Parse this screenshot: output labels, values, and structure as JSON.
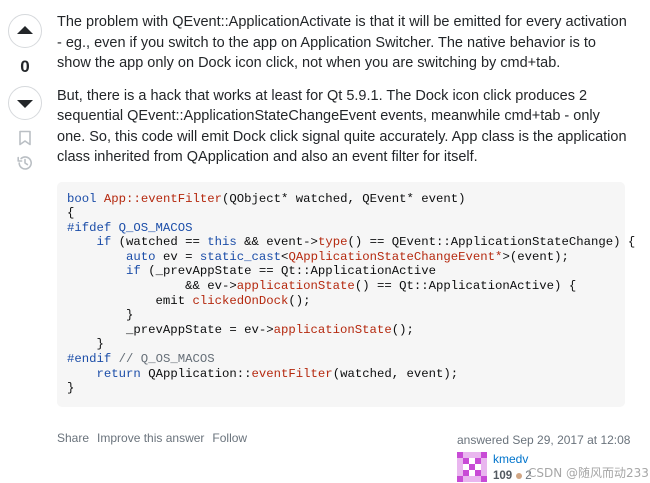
{
  "vote": {
    "count": "0"
  },
  "answer": {
    "paragraphs": [
      "The problem with QEvent::ApplicationActivate is that it will be emitted for every activation - eg., even if you switch to the app on Application Switcher. The native behavior is to show the app only on Dock icon click, not when you are switching by cmd+tab.",
      "But, there is a hack that works at least for Qt 5.9.1. The Dock icon click produces 2 sequential QEvent::ApplicationStateChangeEvent events, meanwhile cmd+tab - only one. So, this code will emit Dock click signal quite accurately. App class is the application class inherited from QApplication and also an event filter for itself."
    ],
    "code_lines": [
      [
        {
          "t": "bool",
          "c": "kw"
        },
        {
          "t": " "
        },
        {
          "t": "App::eventFilter",
          "c": "fn"
        },
        {
          "t": "(QObject* watched, QEvent* event)"
        }
      ],
      [
        {
          "t": "{"
        }
      ],
      [
        {
          "t": "#ifdef Q_OS_MACOS",
          "c": "kw"
        }
      ],
      [
        {
          "t": "    "
        },
        {
          "t": "if",
          "c": "kw"
        },
        {
          "t": " (watched == "
        },
        {
          "t": "this",
          "c": "kw"
        },
        {
          "t": " && event->"
        },
        {
          "t": "type",
          "c": "fn"
        },
        {
          "t": "() == QEvent::ApplicationStateChange) {"
        }
      ],
      [
        {
          "t": "        "
        },
        {
          "t": "auto",
          "c": "kw"
        },
        {
          "t": " ev = "
        },
        {
          "t": "static_cast",
          "c": "kw"
        },
        {
          "t": "<"
        },
        {
          "t": "QApplicationStateChangeEvent*",
          "c": "tn"
        },
        {
          "t": ">(event);"
        }
      ],
      [
        {
          "t": "        "
        },
        {
          "t": "if",
          "c": "kw"
        },
        {
          "t": " (_prevAppState == Qt::ApplicationActive"
        }
      ],
      [
        {
          "t": "                && ev->"
        },
        {
          "t": "applicationState",
          "c": "fn"
        },
        {
          "t": "() == Qt::ApplicationActive) {"
        }
      ],
      [
        {
          "t": "            emit "
        },
        {
          "t": "clickedOnDock",
          "c": "fn"
        },
        {
          "t": "();"
        }
      ],
      [
        {
          "t": "        }"
        }
      ],
      [
        {
          "t": "        _prevAppState = ev->"
        },
        {
          "t": "applicationState",
          "c": "fn"
        },
        {
          "t": "();"
        }
      ],
      [
        {
          "t": "    }"
        }
      ],
      [
        {
          "t": "#endif",
          "c": "kw"
        },
        {
          "t": " "
        },
        {
          "t": "// Q_OS_MACOS",
          "c": "cm"
        }
      ],
      [
        {
          "t": "    "
        },
        {
          "t": "return",
          "c": "kw"
        },
        {
          "t": " QApplication::"
        },
        {
          "t": "eventFilter",
          "c": "fn"
        },
        {
          "t": "(watched, event);"
        }
      ],
      [
        {
          "t": "}"
        }
      ]
    ]
  },
  "actions": {
    "share": "Share",
    "improve": "Improve this answer",
    "follow": "Follow"
  },
  "user": {
    "action_time": "answered Sep 29, 2017 at 12:08",
    "name": "kmedv",
    "reputation": "109",
    "bronze_badges": "2"
  },
  "watermark": "CSDN @随风而动233",
  "icons": {
    "upvote": "upvote-arrow-icon",
    "downvote": "downvote-arrow-icon",
    "bookmark": "bookmark-icon",
    "history": "history-icon"
  },
  "colors": {
    "text": "#232629",
    "muted": "#6a737c",
    "link": "#0074cc",
    "code_bg": "#f6f6f6",
    "keyword": "#1b4da8",
    "function": "#b5290f",
    "comment": "#656e77",
    "bronze": "#d1a684"
  }
}
